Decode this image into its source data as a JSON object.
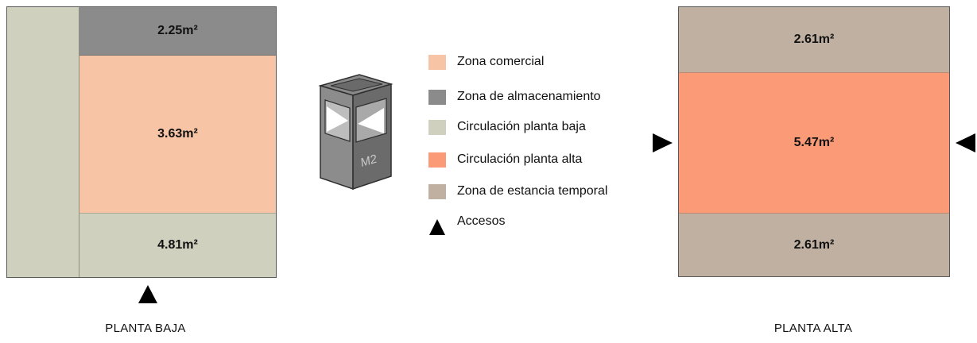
{
  "planta_baja": {
    "title": "PLANTA BAJA",
    "zones": {
      "almacenamiento": "2.25m²",
      "comercial": "3.63m²",
      "circulacion": "4.81m²"
    }
  },
  "planta_alta": {
    "title": "PLANTA ALTA",
    "zones": {
      "estancia_top": "2.61m²",
      "circulacion": "5.47m²",
      "estancia_bottom": "2.61m²"
    }
  },
  "module_icon": {
    "label": "M2"
  },
  "legend": [
    {
      "label": "Zona comercial",
      "color": "#f7c4a5"
    },
    {
      "label": "Zona de almacenamiento",
      "color": "#8b8b8b"
    },
    {
      "label": "Circulación planta baja",
      "color": "#cfd1be"
    },
    {
      "label": "Circulación planta alta",
      "color": "#fb9a77"
    },
    {
      "label": "Zona de estancia temporal",
      "color": "#bfb0a1"
    },
    {
      "label": "Accesos",
      "icon": "triangle-up-icon"
    }
  ]
}
